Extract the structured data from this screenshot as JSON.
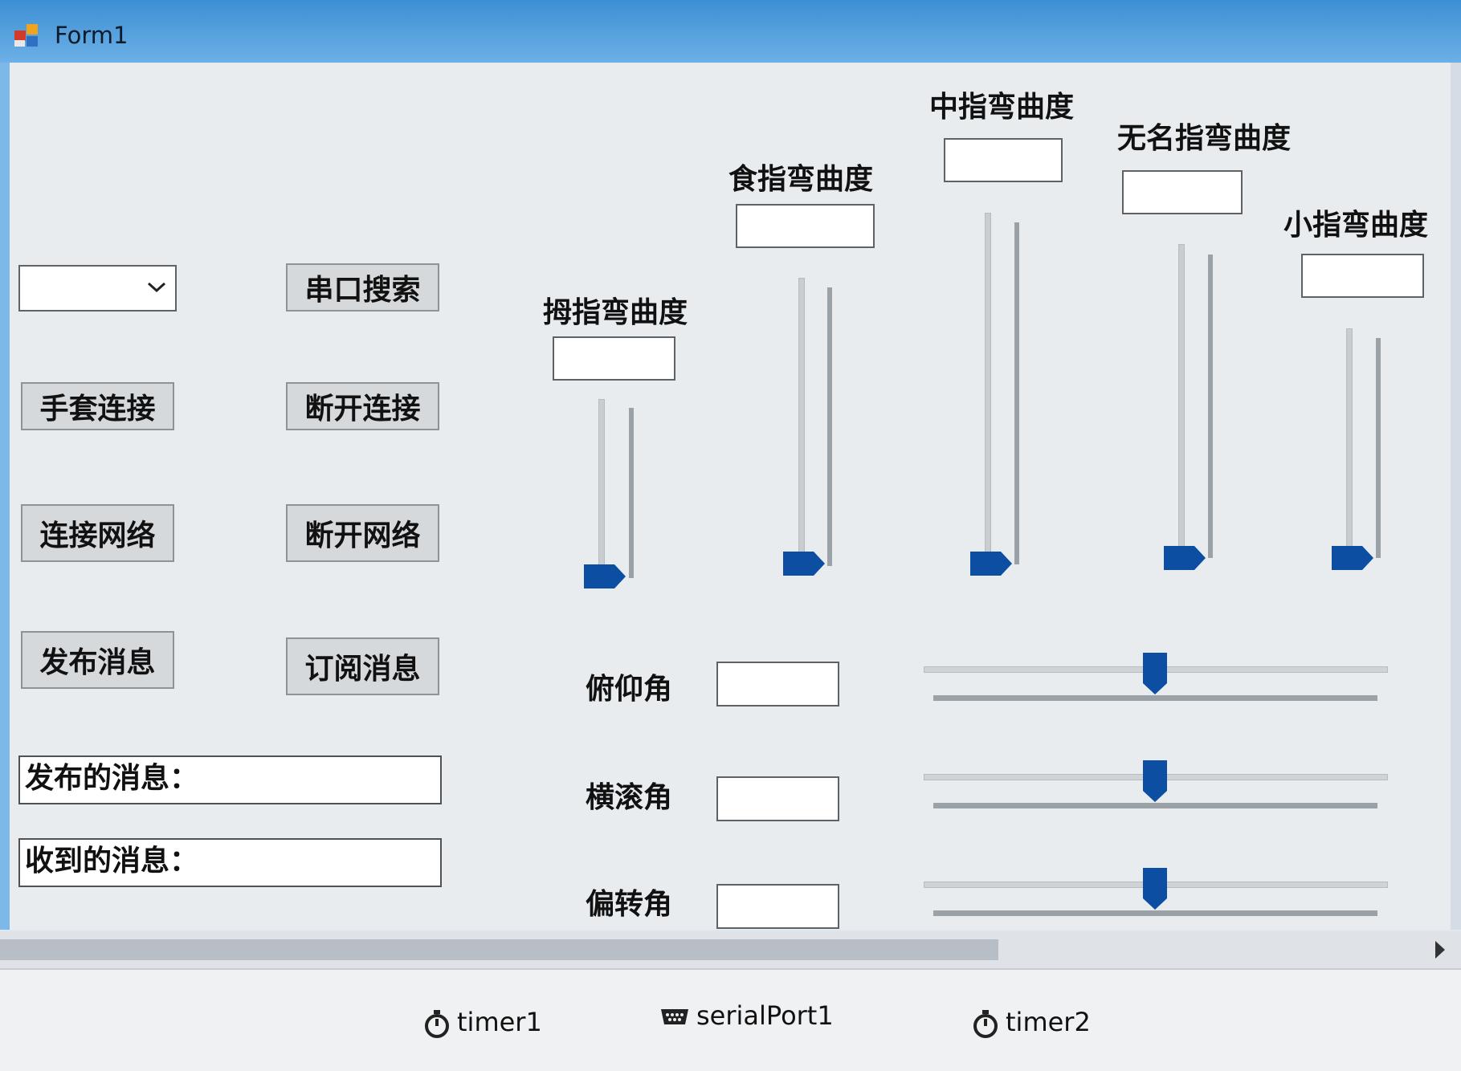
{
  "window": {
    "title": "Form1"
  },
  "combo": {
    "value": ""
  },
  "buttons": {
    "serial_search": "串口搜索",
    "glove_connect": "手套连接",
    "disconnect": "断开连接",
    "connect_network": "连接网络",
    "disconnect_network": "断开网络",
    "publish_message": "发布消息",
    "subscribe_message": "订阅消息"
  },
  "fields": {
    "published_message": "发布的消息：",
    "received_message": "收到的消息："
  },
  "fingers": [
    {
      "label": "拇指弯曲度",
      "value": ""
    },
    {
      "label": "食指弯曲度",
      "value": ""
    },
    {
      "label": "中指弯曲度",
      "value": ""
    },
    {
      "label": "无名指弯曲度",
      "value": ""
    },
    {
      "label": "小指弯曲度",
      "value": ""
    }
  ],
  "angles": [
    {
      "label": "俯仰角",
      "value": ""
    },
    {
      "label": "横滚角",
      "value": ""
    },
    {
      "label": "偏转角",
      "value": ""
    }
  ],
  "components": {
    "timer1": "timer1",
    "serialPort1": "serialPort1",
    "timer2": "timer2"
  },
  "colors": {
    "thumb": "#0b4ea2",
    "titlebar": "#3d8fd4"
  }
}
